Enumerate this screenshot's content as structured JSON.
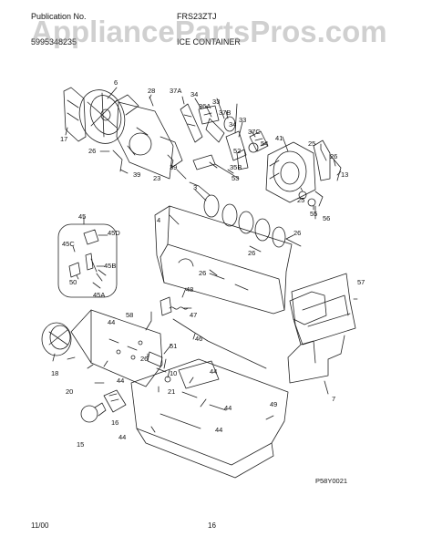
{
  "header": {
    "publication_label": "Publication No.",
    "publication_number": "5995348235",
    "model": "FRS23ZTJ",
    "section_title": "ICE CONTAINER",
    "watermark": "AppliancePartsPros.com"
  },
  "callouts": {
    "c3": "3",
    "c4": "4",
    "c6": "6",
    "c7": "7",
    "c10": "10",
    "c13": "13",
    "c15": "15",
    "c16": "16",
    "c17": "17",
    "c18": "18",
    "c20": "20",
    "c21": "21",
    "c23": "23",
    "c25a": "25",
    "c25b": "25",
    "c26a": "26",
    "c26b": "26",
    "c26c": "26",
    "c26d": "26",
    "c26e": "26",
    "c28": "28",
    "c33a": "33",
    "c33b": "33",
    "c34a": "34",
    "c34b": "34",
    "c36a": "36A",
    "c37a": "37A",
    "c37b": "37B",
    "c37c": "37C",
    "c39a": "39",
    "c39b": "39",
    "c41": "41",
    "c44a": "44",
    "c44b": "44",
    "c44c": "44",
    "c44d": "44",
    "c44e": "44",
    "c44f": "44",
    "c45": "45",
    "c45a": "45A",
    "c45b": "45B",
    "c45c": "45C",
    "c45d": "45D",
    "c46": "46",
    "c47": "47",
    "c48": "48",
    "c49": "49",
    "c50": "50",
    "c51": "51",
    "c52": "52",
    "c53": "53",
    "c54": "54",
    "c55": "55",
    "c56": "56",
    "c57": "57",
    "c58": "58",
    "c35b": "35B"
  },
  "figure_code": "P58Y0021",
  "footer": {
    "date": "11/00",
    "page": "16"
  }
}
